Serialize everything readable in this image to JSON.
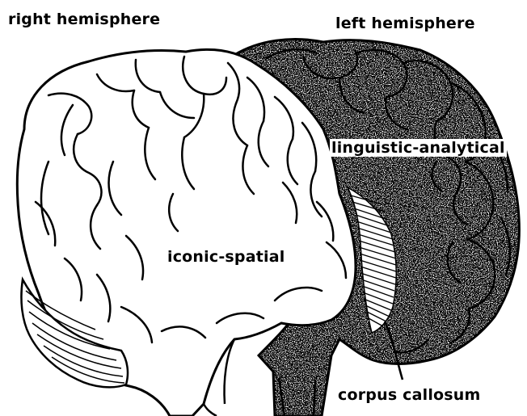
{
  "labels": {
    "right_hemisphere": "right hemisphere",
    "left_hemisphere": "left hemisphere",
    "linguistic_analytical": "linguistic-analytical",
    "iconic_spatial": "iconic-spatial",
    "corpus_callosum": "corpus callosum"
  },
  "colors": {
    "ink": "#000000",
    "paper": "#ffffff"
  }
}
